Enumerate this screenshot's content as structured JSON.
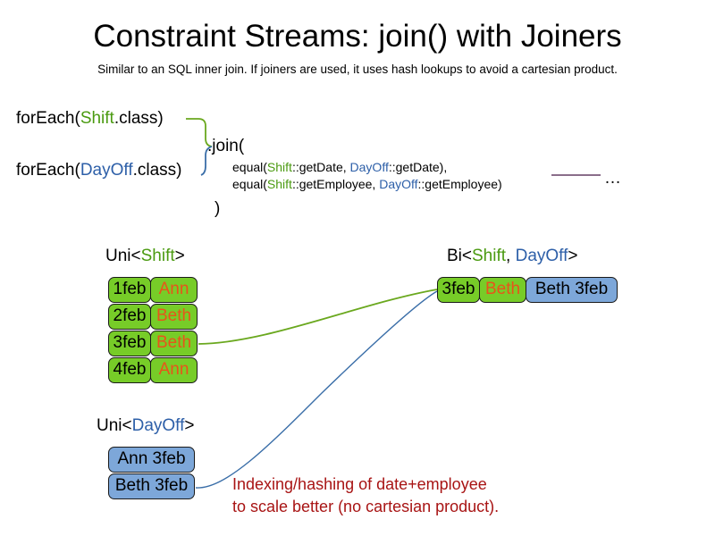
{
  "slide": {
    "title": "Constraint Streams: join() with Joiners",
    "subtitle": "Similar to an SQL inner join. If joiners are used, it uses hash lookups to avoid a cartesian product."
  },
  "code": {
    "foreach_shift": {
      "prefix": "forEach(",
      "type": "Shift",
      "suffix": ".class)"
    },
    "foreach_dayoff": {
      "prefix": "forEach(",
      "type": "DayOff",
      "suffix": ".class)"
    },
    "join_open": ".join(",
    "join_close": ")",
    "joiners": [
      {
        "prefix": "equal(",
        "left_type": "Shift",
        "left_method": "::getDate, ",
        "right_type": "DayOff",
        "right_method": "::getDate),"
      },
      {
        "prefix": "equal(",
        "left_type": "Shift",
        "left_method": "::getEmployee, ",
        "right_type": "DayOff",
        "right_method": "::getEmployee)"
      }
    ],
    "ellipsis": "…"
  },
  "streams": {
    "uni_shift": {
      "label_prefix": "Uni<",
      "label_type": "Shift",
      "label_suffix": ">",
      "rows": [
        {
          "date": "1feb",
          "name": "Ann"
        },
        {
          "date": "2feb",
          "name": "Beth"
        },
        {
          "date": "3feb",
          "name": "Beth"
        },
        {
          "date": "4feb",
          "name": "Ann"
        }
      ]
    },
    "uni_dayoff": {
      "label_prefix": "Uni<",
      "label_type": "DayOff",
      "label_suffix": ">",
      "rows": [
        {
          "text": "Ann 3feb"
        },
        {
          "text": "Beth 3feb"
        }
      ]
    },
    "bi": {
      "label_prefix": "Bi<",
      "label_type_a": "Shift",
      "label_separator": ", ",
      "label_type_b": "DayOff",
      "label_suffix": ">",
      "tuple": {
        "date": "3feb",
        "name": "Beth",
        "dayoff": "Beth 3feb"
      }
    }
  },
  "annotation": {
    "line1": "Indexing/hashing of date+employee",
    "line2": "to scale better (no cartesian product)."
  },
  "colors": {
    "shift_green": "#4a9a10",
    "dayoff_blue": "#2d5fa8",
    "box_green": "#77cc28",
    "box_blue": "#7da7d9",
    "name_orange": "#e8541a",
    "annotation_red": "#a81414",
    "connector_purple": "#7a5a7a",
    "box_border": "#1a1a1a"
  }
}
